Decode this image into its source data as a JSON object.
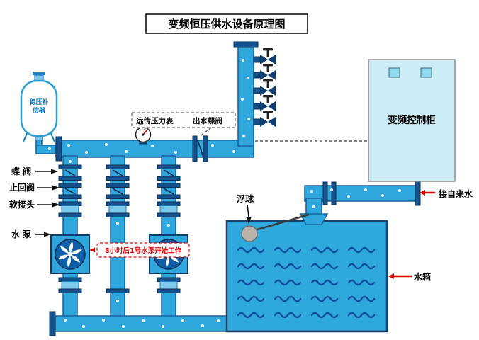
{
  "title": "变频恒压供水设备原理图",
  "cabinet": {
    "label": "变频控制柜"
  },
  "vessel": {
    "label_line1": "稳压补",
    "label_line2": "偿器"
  },
  "component_labels": {
    "butterfly_valve": "蝶 阀",
    "check_valve": "止回阀",
    "soft_joint": "软接头",
    "water_pump": "水 泵",
    "remote_pressure_gauge": "远传压力表",
    "outlet_butterfly_valve": "出水蝶阀",
    "float_ball": "浮球",
    "water_tank": "水箱",
    "tap_water_inlet": "接自来水"
  },
  "annotations": {
    "pump_start_note": "8小时后1号水泵开始工作"
  },
  "colors": {
    "pipe_blue": "#30A7DC",
    "pipe_outline": "#16629F",
    "flange_navy": "#14518C",
    "pump_circle_blue": "#0F5FA8",
    "wave_dark_blue": "#0D4F9E",
    "cabinet_fill": "#CDEDF6",
    "indicator_cyan": "#8FD9EC",
    "accent_red": "#E00000",
    "float_gray": "#B9B3AB"
  }
}
